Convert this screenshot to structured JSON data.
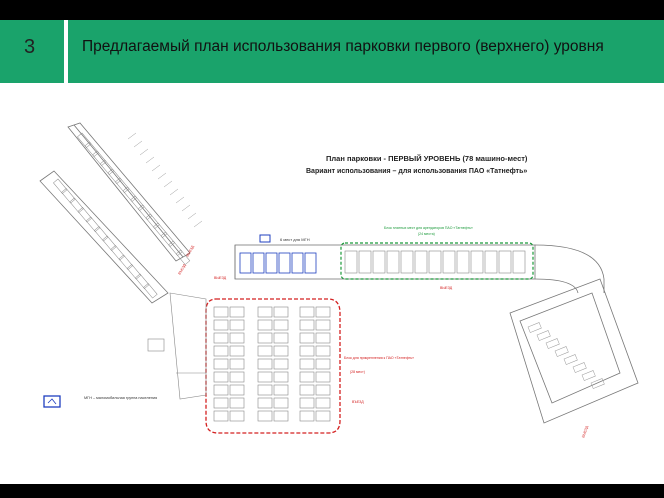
{
  "slide": {
    "number": "3",
    "title": "Предлагаемый план использования парковки первого (верхнего) уровня"
  },
  "plan": {
    "title_line1": "План парковки - ПЕРВЫЙ УРОВЕНЬ (78 машино-мест)",
    "title_line2": "Вариант использования – для использования ПАО «Татнефть»",
    "mgn_places": "6 мест для МГН",
    "green_label_1": "Блок платных мест для арендаторов ПАО «Татнефть»",
    "green_label_2": "(24 места)",
    "red_label_1": "Блок для прикрепления к ПАО «Татнефть»",
    "red_label_2": "(28 мест)",
    "exit_label": "ВЫЕЗД",
    "entry_label": "ВЪЕЗД",
    "legend_text": "МГН – маломобильная группа населения",
    "colors": {
      "header": "#1aa36b",
      "green_zone": "#1a9a3a",
      "red_zone": "#d42020",
      "disabled": "#1f3fbf"
    }
  }
}
